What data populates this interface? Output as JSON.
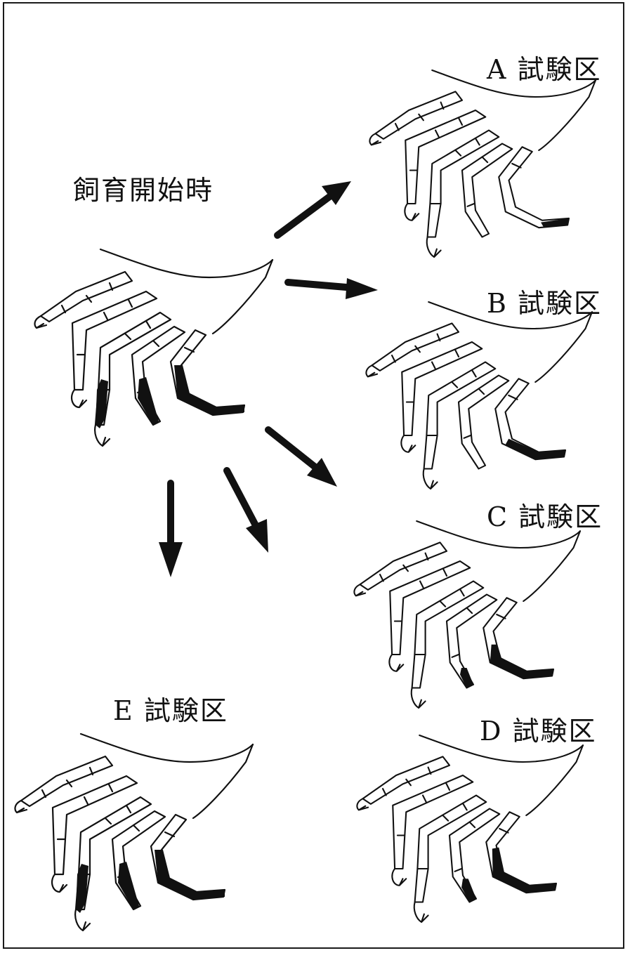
{
  "labels": {
    "start": "飼育開始時",
    "a": "A 試験区",
    "b": "B 試験区",
    "c": "C 試験区",
    "d": "D 試験区",
    "e": "E 試験区"
  },
  "colors": {
    "ink": "#111111",
    "background": "#ffffff"
  }
}
